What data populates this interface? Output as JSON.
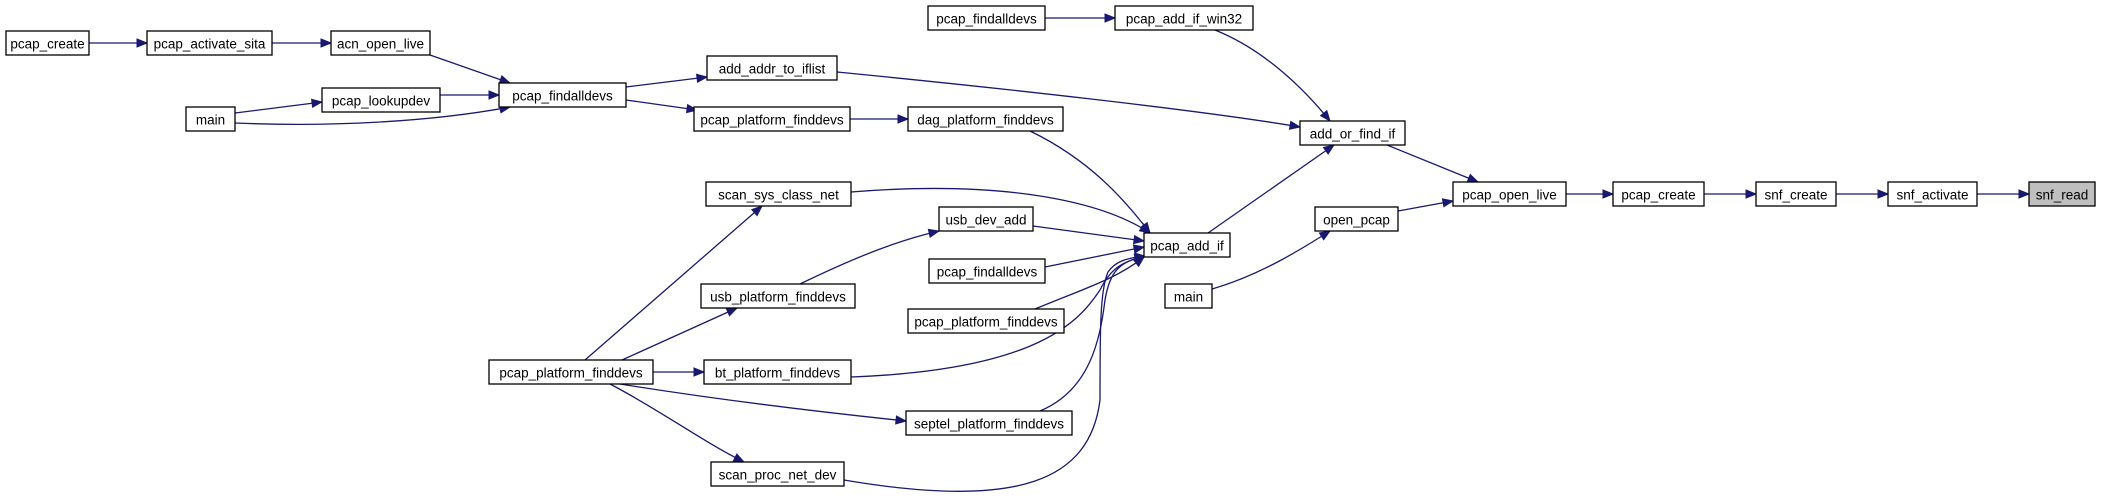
{
  "graph": {
    "nodes": {
      "pcap_create_1": "pcap_create",
      "pcap_activate_sita": "pcap_activate_sita",
      "acn_open_live": "acn_open_live",
      "main_1": "main",
      "pcap_lookupdev": "pcap_lookupdev",
      "pcap_findalldevs_1": "pcap_findalldevs",
      "add_addr_to_iflist": "add_addr_to_iflist",
      "pcap_platform_finddevs_1": "pcap_platform_finddevs",
      "dag_platform_finddevs": "dag_platform_finddevs",
      "pcap_findalldevs_2": "pcap_findalldevs",
      "pcap_add_if_win32": "pcap_add_if_win32",
      "add_or_find_if": "add_or_find_if",
      "scan_sys_class_net": "scan_sys_class_net",
      "usb_dev_add": "usb_dev_add",
      "usb_platform_finddevs": "usb_platform_finddevs",
      "pcap_findalldevs_3": "pcap_findalldevs",
      "pcap_platform_finddevs_2": "pcap_platform_finddevs",
      "pcap_platform_finddevs_3": "pcap_platform_finddevs",
      "bt_platform_finddevs": "bt_platform_finddevs",
      "septel_platform_finddevs": "septel_platform_finddevs",
      "scan_proc_net_dev": "scan_proc_net_dev",
      "pcap_add_if": "pcap_add_if",
      "open_pcap": "open_pcap",
      "main_2": "main",
      "pcap_open_live": "pcap_open_live",
      "pcap_create_2": "pcap_create",
      "snf_create": "snf_create",
      "snf_activate": "snf_activate",
      "snf_read": "snf_read"
    },
    "edges": [
      [
        "pcap_create_1",
        "pcap_activate_sita"
      ],
      [
        "pcap_activate_sita",
        "acn_open_live"
      ],
      [
        "acn_open_live",
        "pcap_findalldevs_1"
      ],
      [
        "main_1",
        "pcap_lookupdev"
      ],
      [
        "main_1",
        "pcap_findalldevs_1"
      ],
      [
        "pcap_lookupdev",
        "pcap_findalldevs_1"
      ],
      [
        "pcap_findalldevs_1",
        "add_addr_to_iflist"
      ],
      [
        "pcap_findalldevs_1",
        "pcap_platform_finddevs_1"
      ],
      [
        "pcap_platform_finddevs_1",
        "dag_platform_finddevs"
      ],
      [
        "pcap_findalldevs_2",
        "pcap_add_if_win32"
      ],
      [
        "pcap_add_if_win32",
        "add_or_find_if"
      ],
      [
        "add_addr_to_iflist",
        "add_or_find_if"
      ],
      [
        "dag_platform_finddevs",
        "pcap_add_if"
      ],
      [
        "scan_sys_class_net",
        "pcap_add_if"
      ],
      [
        "usb_dev_add",
        "pcap_add_if"
      ],
      [
        "pcap_findalldevs_3",
        "pcap_add_if"
      ],
      [
        "pcap_platform_finddevs_2",
        "pcap_add_if"
      ],
      [
        "bt_platform_finddevs",
        "pcap_add_if"
      ],
      [
        "septel_platform_finddevs",
        "pcap_add_if"
      ],
      [
        "scan_proc_net_dev",
        "pcap_add_if"
      ],
      [
        "usb_platform_finddevs",
        "usb_dev_add"
      ],
      [
        "pcap_platform_finddevs_3",
        "scan_sys_class_net"
      ],
      [
        "pcap_platform_finddevs_3",
        "usb_platform_finddevs"
      ],
      [
        "pcap_platform_finddevs_3",
        "bt_platform_finddevs"
      ],
      [
        "pcap_platform_finddevs_3",
        "septel_platform_finddevs"
      ],
      [
        "pcap_platform_finddevs_3",
        "scan_proc_net_dev"
      ],
      [
        "pcap_add_if",
        "add_or_find_if"
      ],
      [
        "add_or_find_if",
        "pcap_open_live"
      ],
      [
        "main_2",
        "open_pcap"
      ],
      [
        "open_pcap",
        "pcap_open_live"
      ],
      [
        "pcap_open_live",
        "pcap_create_2"
      ],
      [
        "pcap_create_2",
        "snf_create"
      ],
      [
        "snf_create",
        "snf_activate"
      ],
      [
        "snf_activate",
        "snf_read"
      ]
    ],
    "highlighted_node": "snf_read",
    "colors": {
      "edge": "#191970",
      "node_fill": "#ffffff",
      "node_border": "#000000",
      "highlight_fill": "#bfbfbf"
    }
  }
}
